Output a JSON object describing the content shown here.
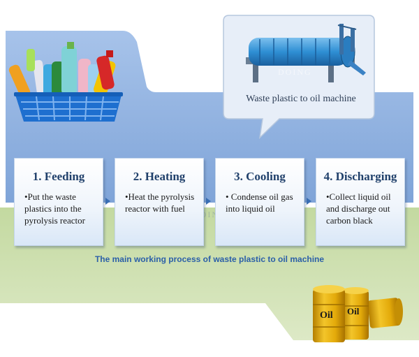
{
  "machine_label": "Waste plastic to oil machine",
  "steps": [
    {
      "title": "1. Feeding",
      "desc": "•Put the waste plastics into the pyrolysis reactor"
    },
    {
      "title": "2. Heating",
      "desc": "•Heat the pyrolysis reactor with fuel"
    },
    {
      "title": "3. Cooling",
      "desc": "• Condense oil gas into liquid oil"
    },
    {
      "title": "4.  Discharging",
      "desc": "•Collect liquid oil and discharge out carbon black"
    }
  ],
  "caption": "The main working process of waste plastic to oil machine",
  "drum_labels": [
    "Oil",
    "Oil"
  ],
  "watermark": "DOING",
  "colors": {
    "blue_band": "#8fb1e0",
    "green_band": "#cfe0b0",
    "step_title": "#20406b",
    "caption": "#2b5fa8",
    "drum_yellow": "#e8b20c"
  }
}
